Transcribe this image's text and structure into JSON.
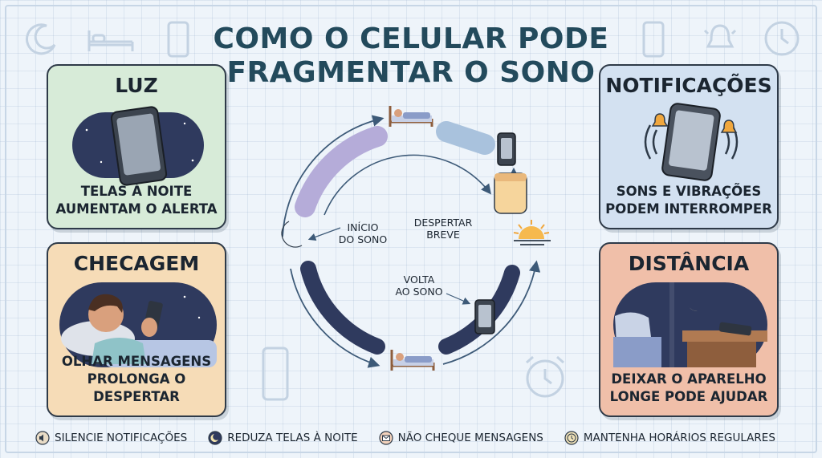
{
  "title": {
    "line1": "COMO O CELULAR PODE",
    "line2": "FRAGMENTAR O SONO"
  },
  "cards": {
    "luz": {
      "title": "LUZ",
      "caption1": "TELAS À NOITE",
      "caption2": "AUMENTAM O ALERTA"
    },
    "notificacoes": {
      "title": "NOTIFICAÇÕES",
      "caption1": "SONS E VIBRAÇÕES",
      "caption2": "PODEM INTERROMPER"
    },
    "checagem": {
      "title": "CHECAGEM",
      "caption1": "OLHAR MENSAGENS",
      "caption2": "PROLONGA O DESPERTAR"
    },
    "distancia": {
      "title": "DISTÂNCIA",
      "caption1": "DEIXAR O APARELHO",
      "caption2": "LONGE PODE AJUDAR"
    }
  },
  "cycle": {
    "inicio": {
      "line1": "INÍCIO",
      "line2": "DO SONO"
    },
    "despertar": {
      "line1": "DESPERTAR",
      "line2": "BREVE"
    },
    "volta": {
      "line1": "VOLTA",
      "line2": "AO SONO"
    }
  },
  "tips": [
    {
      "icon": "speaker-icon",
      "label": "SILENCIE NOTIFICAÇÕES"
    },
    {
      "icon": "moon-icon",
      "label": "REDUZA TELAS À NOITE"
    },
    {
      "icon": "envelope-icon",
      "label": "NÃO CHEQUE MENSAGENS"
    },
    {
      "icon": "clock-icon",
      "label": "MANTENHA HORÁRIOS REGULARES"
    }
  ],
  "colors": {
    "luz_card": "#d7ebd8",
    "notificacoes_card": "#d3e1f1",
    "checagem_card": "#f6dcb7",
    "distancia_card": "#f0bfa9",
    "title": "#234a5c",
    "light_sleep_arc": "#b5acd9",
    "deep_sleep_arc": "#2f3a5e",
    "awake_block": "#f6d59c"
  }
}
